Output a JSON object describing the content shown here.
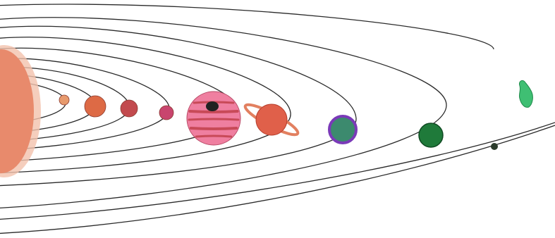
{
  "diagram": {
    "kind": "hand-drawn solar system",
    "background_color": "#ffffff",
    "orbit_color": "#2a2a2a",
    "sun": {
      "name": "sun",
      "color": "#e88a6c",
      "edge_color": "#f2c2ad"
    },
    "planets": [
      {
        "name": "mercury",
        "color": "#e79a6d"
      },
      {
        "name": "venus",
        "color": "#dd6a45"
      },
      {
        "name": "earth",
        "color": "#c24a4e"
      },
      {
        "name": "mars",
        "color": "#c8456e"
      },
      {
        "name": "jupiter",
        "color": "#ef7fa0",
        "band_color": "#c84a58",
        "spot_color": "#222222"
      },
      {
        "name": "saturn",
        "color": "#e0604a",
        "ring_color": "#e28060"
      },
      {
        "name": "uranus",
        "color": "#3c8a6e",
        "rim_color": "#7a3ab8"
      },
      {
        "name": "neptune",
        "color": "#1f7a3a"
      },
      {
        "name": "pluto",
        "color": "#2a3a2a"
      }
    ],
    "comet": {
      "name": "comet",
      "color": "#3fbf73"
    }
  }
}
